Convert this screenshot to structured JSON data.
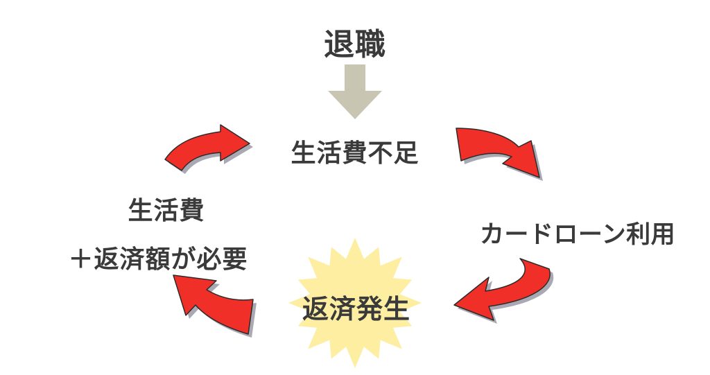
{
  "nodes": {
    "start": "退職",
    "shortage": "生活費不足",
    "loan": "カードローン利用",
    "repayment": "返済発生",
    "need_line1": "生活費",
    "need_line2": "＋返済額が必要"
  },
  "colors": {
    "cycle_arrow_fill": "#f03028",
    "cycle_arrow_shadow": "#9a9aa6",
    "start_arrow": "#c8c6b2",
    "burst_fill": "#fdeea2",
    "text": "#3a3a3a"
  },
  "icons": {
    "start_arrow": "down-arrow-icon",
    "cycle_arrows": "curved-arrow-icon",
    "burst": "starburst-icon"
  }
}
